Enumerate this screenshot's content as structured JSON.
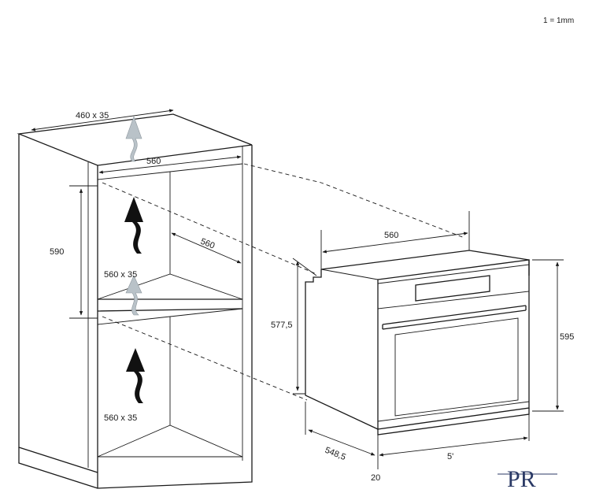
{
  "scale_note": "1 = 1mm",
  "cabinet": {
    "top_vent": "460 x 35",
    "inner_width": "560",
    "niche_height": "590",
    "niche_depth": "560",
    "vent_middle": "560 x 35",
    "vent_bottom": "560 x 35"
  },
  "oven": {
    "width": "560",
    "body_height": "577,5",
    "total_height": "595",
    "depth": "548,5",
    "front_offset": "5'",
    "door_thickness": "20"
  },
  "brand_logo": "PR",
  "colors": {
    "line": "#1a1a1a",
    "arrow_dark": "#111111",
    "arrow_light": "#b9c2c8",
    "logo": "#2b3a66"
  }
}
